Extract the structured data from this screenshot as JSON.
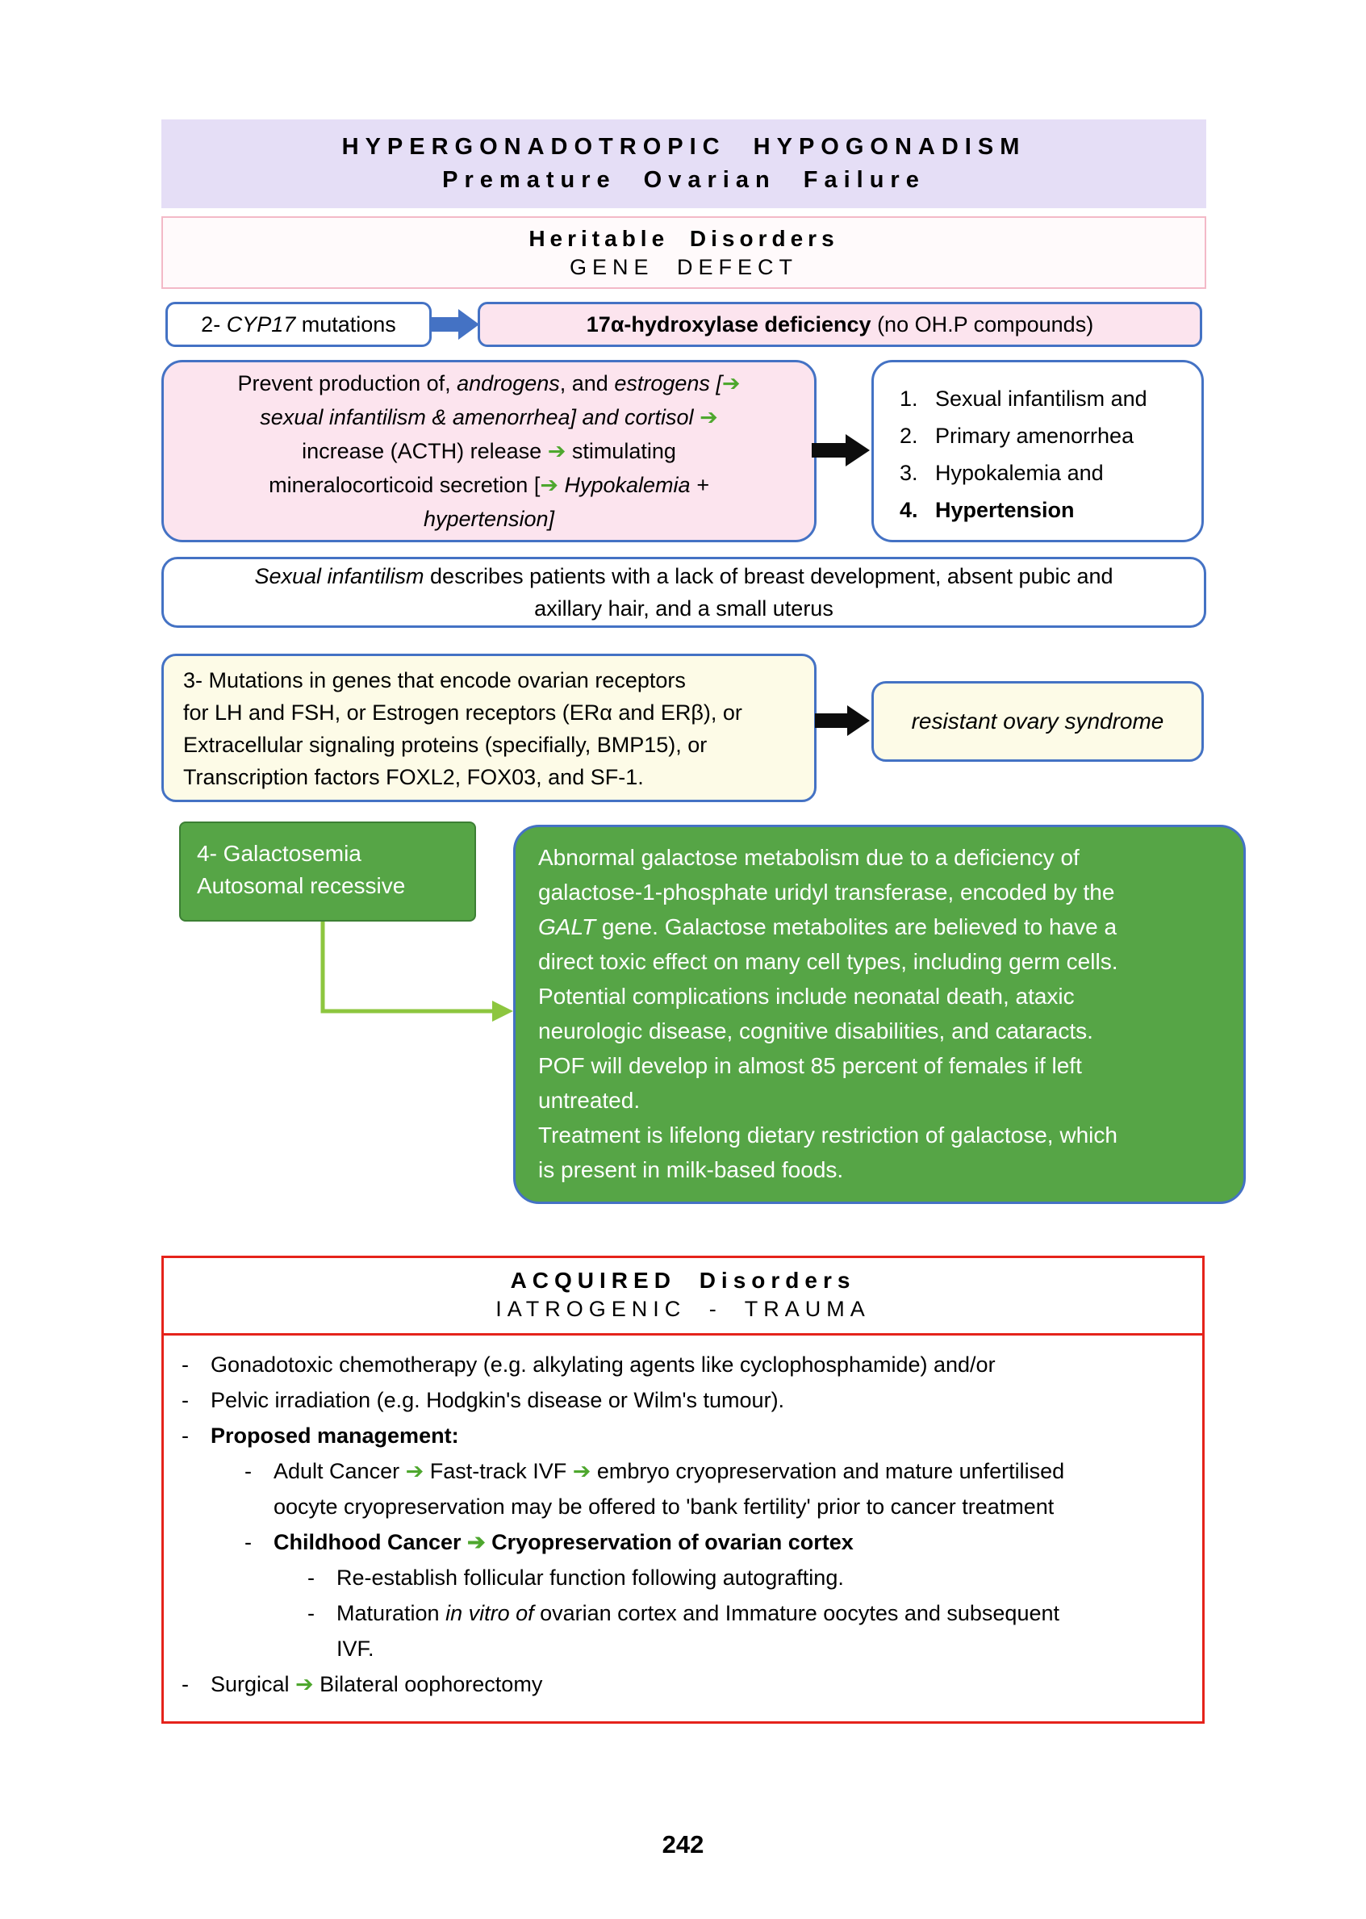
{
  "colors": {
    "blue_border": "#4472C4",
    "pink_fill": "#FCE4EE",
    "lavender_fill": "#E5DEF6",
    "yellow_fill": "#FDFBE7",
    "green_fill": "#56A546",
    "green_connector": "#8DC63F",
    "inline_arrow_green": "#4EA72E",
    "red_border": "#E5231B",
    "heritable_border": "#F3B9C7"
  },
  "header": {
    "title": "HYPERGONADOTROPIC HYPOGONADISM",
    "subtitle": "Premature Ovarian Failure"
  },
  "heritable": {
    "title": "Heritable Disorders",
    "subtitle": "GENE DEFECT"
  },
  "cyp17": {
    "label": [
      {
        "t": "2- "
      },
      {
        "t": "CYP17",
        "i": true
      },
      {
        "t": " mutations"
      }
    ],
    "deficiency": [
      {
        "t": "17α-hydroxylase deficiency",
        "b": true
      },
      {
        "t": " (no OH.P compounds)"
      }
    ]
  },
  "mechanism": {
    "text": [
      {
        "t": "Prevent production of, "
      },
      {
        "t": "androgens",
        "i": true
      },
      {
        "t": ", and "
      },
      {
        "t": "estrogens [",
        "i": true
      },
      {
        "t": "➔",
        "c": "#4EA72E"
      },
      {
        "br": true
      },
      {
        "t": "sexual infantilism & amenorrhea] and cortisol ",
        "i": true
      },
      {
        "t": "➔",
        "c": "#4EA72E"
      },
      {
        "br": true
      },
      {
        "t": "increase (ACTH) release "
      },
      {
        "t": "➔",
        "c": "#4EA72E"
      },
      {
        "t": " stimulating"
      },
      {
        "br": true
      },
      {
        "t": "mineralocorticoid secretion ["
      },
      {
        "t": "➔",
        "c": "#4EA72E"
      },
      {
        "t": " "
      },
      {
        "t": "Hypokalemia +",
        "i": true
      },
      {
        "br": true
      },
      {
        "t": "hypertension]",
        "i": true
      }
    ]
  },
  "consequences": {
    "items": [
      {
        "n": "1.",
        "t": "Sexual infantilism and"
      },
      {
        "n": "2.",
        "t": "Primary amenorrhea"
      },
      {
        "n": "3.",
        "t": "Hypokalemia and"
      },
      {
        "n": "4.",
        "t": "Hypertension"
      }
    ]
  },
  "infantilism_note": {
    "text": [
      {
        "t": "Sexual infantilism",
        "i": true
      },
      {
        "t": " describes patients with a lack of breast development, absent pubic and"
      },
      {
        "br": true
      },
      {
        "t": "axillary hair, and a small uterus"
      }
    ]
  },
  "mutations": {
    "text": [
      {
        "t": "3- Mutations in genes that encode ovarian receptors"
      },
      {
        "br": true
      },
      {
        "t": "for LH and FSH, or Estrogen receptors (ERα and ERβ), or"
      },
      {
        "br": true
      },
      {
        "t": "Extracellular signaling proteins (specifially, BMP15), or"
      },
      {
        "br": true
      },
      {
        "t": "Transcription factors FOXL2, FOX03, and SF-1."
      }
    ],
    "result": "resistant ovary syndrome"
  },
  "galactosemia": {
    "line1": "4- Galactosemia",
    "line2": "Autosomal recessive",
    "detail": [
      {
        "t": "Abnormal galactose metabolism due to a deficiency of"
      },
      {
        "br": true
      },
      {
        "t": "galactose-1-phosphate uridyl transferase, encoded by the"
      },
      {
        "br": true
      },
      {
        "t": "GALT",
        "i": true
      },
      {
        "t": " gene. Galactose metabolites are believed to have a"
      },
      {
        "br": true
      },
      {
        "t": "direct toxic effect on many cell types, including germ cells."
      },
      {
        "br": true
      },
      {
        "t": "Potential complications include neonatal death, ataxic"
      },
      {
        "br": true
      },
      {
        "t": "neurologic disease, cognitive disabilities, and cataracts."
      },
      {
        "br": true
      },
      {
        "t": "POF will develop in almost 85 percent of females if left"
      },
      {
        "br": true
      },
      {
        "t": "untreated."
      },
      {
        "br": true
      },
      {
        "t": "Treatment is lifelong dietary restriction of galactose, which"
      },
      {
        "br": true
      },
      {
        "t": "is present in milk-based foods."
      }
    ]
  },
  "acquired": {
    "title": "ACQUIRED Disorders",
    "subtitle": "IATROGENIC - TRAUMA",
    "bullet": "-",
    "items": [
      [
        {
          "t": "Gonadotoxic chemotherapy (e.g. alkylating agents like cyclophosphamide) and/or"
        }
      ],
      [
        {
          "t": "Pelvic irradiation (e.g. Hodgkin's disease or Wilm's tumour)."
        }
      ],
      [
        {
          "t": "Proposed management:",
          "b": true
        }
      ],
      [
        {
          "t": "Adult Cancer "
        },
        {
          "t": "➔",
          "c": "#4EA72E"
        },
        {
          "t": " Fast-track IVF "
        },
        {
          "t": "➔",
          "c": "#4EA72E"
        },
        {
          "t": " embryo cryopreservation and mature unfertilised"
        },
        {
          "br": true
        },
        {
          "t": "oocyte cryopreservation may be offered to 'bank fertility' prior to cancer treatment"
        }
      ],
      [
        {
          "t": "Childhood Cancer ",
          "b": true
        },
        {
          "t": "➔",
          "b": true,
          "c": "#4EA72E"
        },
        {
          "t": " Cryopreservation of ovarian cortex",
          "b": true
        }
      ],
      [
        {
          "t": "Re-establish follicular function following autografting."
        }
      ],
      [
        {
          "t": "Maturation "
        },
        {
          "t": "in vitro of",
          "i": true
        },
        {
          "t": " ovarian cortex and Immature oocytes and subsequent"
        },
        {
          "br": true
        },
        {
          "t": "IVF."
        }
      ],
      [
        {
          "t": "Surgical "
        },
        {
          "t": "➔",
          "c": "#4EA72E"
        },
        {
          "t": " Bilateral oophorectomy"
        }
      ]
    ]
  },
  "page": {
    "number": "242"
  }
}
